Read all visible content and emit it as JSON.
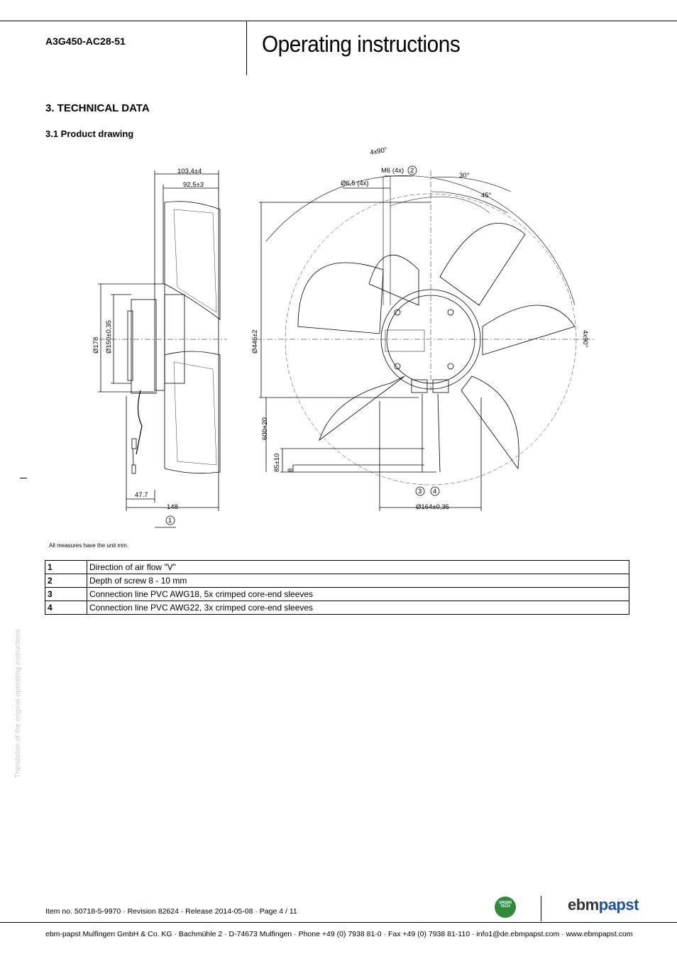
{
  "header": {
    "model": "A3G450-AC28-51",
    "title": "Operating instructions"
  },
  "section": {
    "title": "3. TECHNICAL DATA",
    "subtitle": "3.1 Product drawing"
  },
  "drawing": {
    "dims": {
      "w103": "103,4±4",
      "w92": "92,5±3",
      "d178": "Ø178",
      "d150": "Ø150±0,35",
      "w47": "47.7",
      "w148": "148",
      "d446": "Ø446±2",
      "l600": "600+20",
      "l85": "85±10",
      "l8": "8",
      "d164": "Ø164±0,35",
      "m6": "M6 (4x)",
      "d65": "Ø6,5 (4x)",
      "a4x90": "4x90°",
      "a4x90b": "4x90°",
      "a30": "30°",
      "a45": "45°"
    },
    "callouts": [
      "1",
      "2",
      "3",
      "4"
    ]
  },
  "unit_note": "All measures have the unit mm.",
  "legend": [
    {
      "num": "1",
      "text": "Direction of air flow \"V\""
    },
    {
      "num": "2",
      "text": "Depth of screw 8 - 10 mm"
    },
    {
      "num": "3",
      "text": "Connection line PVC AWG18, 5x crimped core-end sleeves"
    },
    {
      "num": "4",
      "text": "Connection line PVC AWG22, 3x crimped core-end sleeves"
    }
  ],
  "side_note": "Translation of the original operating instructions",
  "footer": {
    "item_line": "Item no. 50718-5-9970 · Revision 82624 · Release 2014-05-08 · Page 4 / 11",
    "company_line": "ebm-papst Mulfingen GmbH & Co. KG · Bachmühle 2 · D-74673 Mulfingen · Phone +49 (0) 7938 81-0 · Fax +49 (0) 7938 81-110 · info1@de.ebmpapst.com · www.ebmpapst.com",
    "logo_part1": "ebm",
    "logo_part2": "papst",
    "badge_text": "GREEN TECH"
  }
}
